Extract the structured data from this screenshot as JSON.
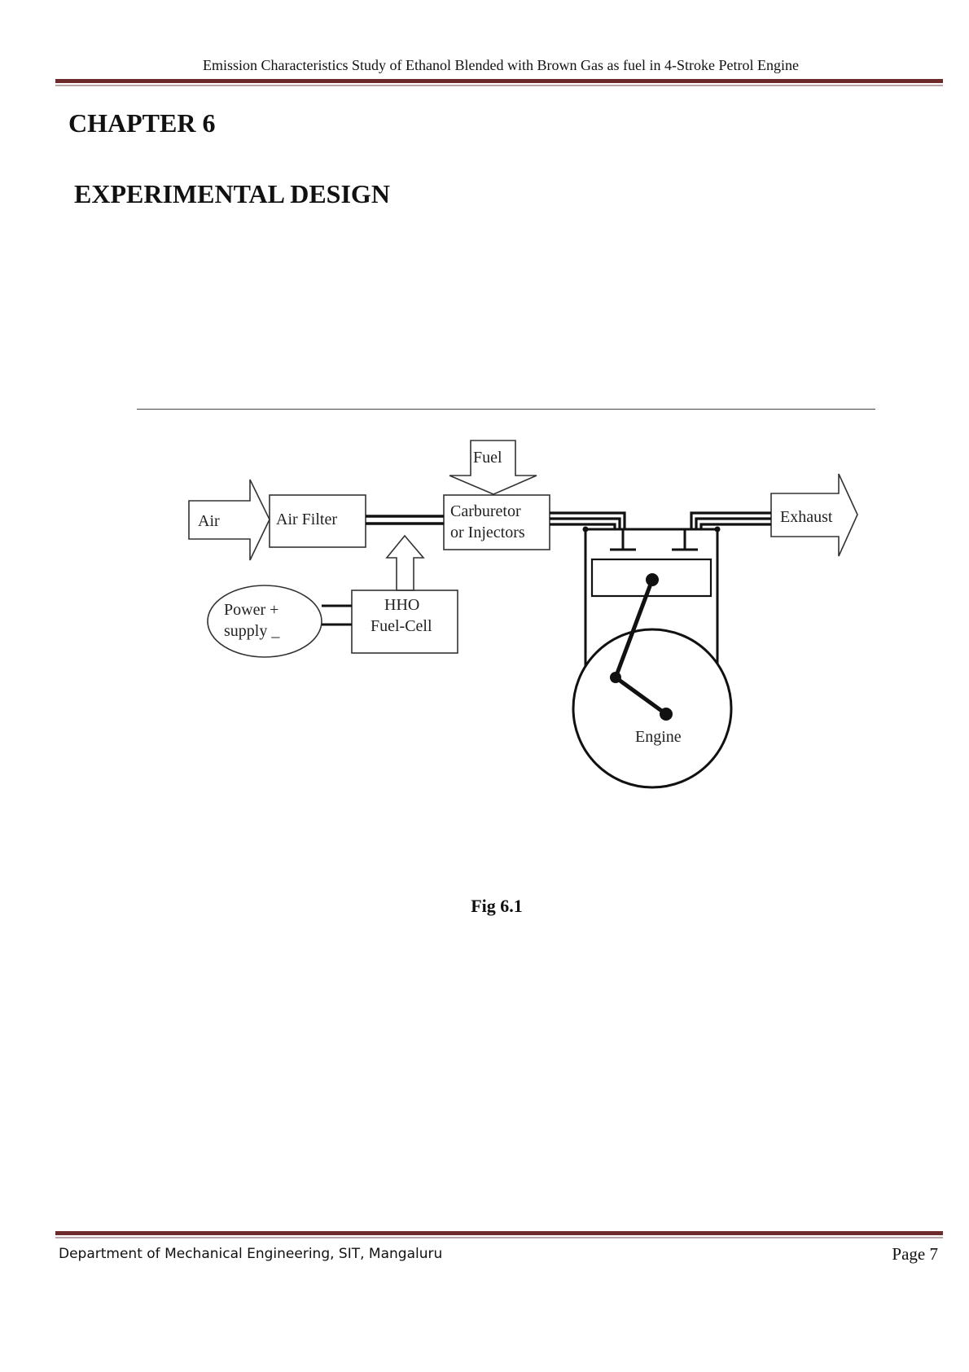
{
  "header": {
    "running_title": "Emission Characteristics Study of Ethanol Blended with Brown Gas as fuel in 4-Stroke Petrol Engine"
  },
  "chapter": {
    "number_label": "CHAPTER 6",
    "title": "EXPERIMENTAL DESIGN"
  },
  "figure": {
    "labels": {
      "air": "Air",
      "air_filter": "Air Filter",
      "fuel": "Fuel",
      "carburetor_line1": "Carburetor",
      "carburetor_line2": "or Injectors",
      "exhaust": "Exhaust",
      "power_line1": "Power  +",
      "power_line2": "supply _",
      "hho_line1": "HHO",
      "hho_line2": "Fuel-Cell",
      "engine": "Engine"
    },
    "caption": "Fig 6.1"
  },
  "footer": {
    "department": "Department of Mechanical Engineering, SIT, Mangaluru",
    "page": "Page 7"
  }
}
